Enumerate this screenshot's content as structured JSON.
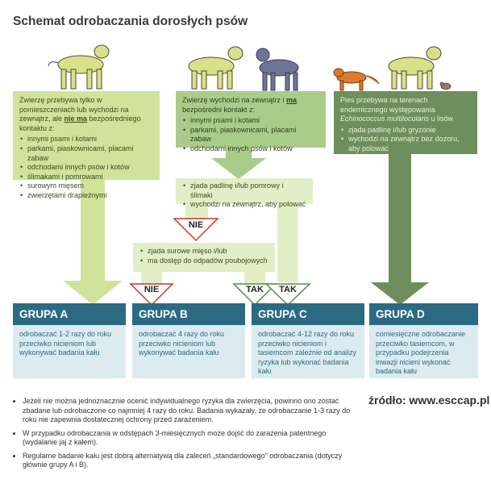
{
  "title": "Schemat odrobaczania dorosłych psów",
  "box_a": {
    "intro_1": "Zwierzę przebywa tylko w pomieszczeniach lub wychodzi na zewnątrz, ale ",
    "intro_bold": "nie ma",
    "intro_2": " bezpośredniego kontaktu z:",
    "items": [
      "innymi psami i kotami",
      "parkami, piaskownicami, placami zabaw",
      "odchodami innych psów i kotów",
      "ślimakami i pomrowami",
      "surowym mięsem",
      "zwierzętami drapieżnymi"
    ]
  },
  "box_b": {
    "intro_1": "Zwierzę wychodzi na zewnątrz i ",
    "intro_bold": "ma",
    "intro_2": " bezpośredni kontakt z:",
    "items": [
      "innymi psami i kotami",
      "parkami, piaskownicami, placami zabaw",
      "odchodami innych psów i kotów"
    ]
  },
  "box_c": {
    "intro_1": "Pies przebywa na terenach endemicznego występowania ",
    "intro_italic": "Echinococcus multilocularis",
    "intro_2": " u lisów",
    "items": [
      "zjada padlinę i/lub gryzonie",
      "wychodzi na zewnątrz bez dozoru, aby polować"
    ]
  },
  "question_1": {
    "items": [
      "zjada padlinę i/lub pomrowy i ślimaki",
      "wychodzi na zewnątrz, aby polować"
    ]
  },
  "question_2": {
    "items": [
      "zjada surowe mięso i/lub",
      "ma dostęp do odpadów poubojowych"
    ]
  },
  "labels": {
    "nie": "NIE",
    "tak": "TAK"
  },
  "groups": [
    {
      "name": "GRUPA A",
      "text": "odrobaczać 1-2 razy do roku przeciwko nicieniom lub wykonywać badania kału"
    },
    {
      "name": "GRUPA B",
      "text": "odrobaczać 4 razy do roku przeciwko nicieniom lub wykonywać badania kału"
    },
    {
      "name": "GRUPA C",
      "text": "odrobaczać 4-12 razy do roku przeciwko nicieniom i tasiemcom zależnie od analizy ryzyka lub wykonać badania kału"
    },
    {
      "name": "GRUPA D",
      "text": "comiesięczne odrobaczanie przeciwko tasiemcom, w przypadku podejrzenia inwazji nicieni wykonać badania kału"
    }
  ],
  "notes": [
    "Jeżeli nie można jednoznacznie ocenić indywidualnego ryzyka dla zwierzęcia, powinno ono zostać zbadane lub odrobaczone co najmniej 4 razy do roku. Badania wykazały, że odrobaczanie 1-3 razy do roku nie zapewnia dostatecznej ochrony przed zarażeniem.",
    "W przypadku odrobaczania w odstępach 3-miesięcznych może dojść do zarażenia patentnego (wydalanie jaj z kałem).",
    "Regularne badanie kału jest dobrą alternatywą dla zaleceń „standardowego” odrobaczania (dotyczy głównie grupy A i B)."
  ],
  "source": "źródło: www.esccap.pl",
  "colors": {
    "lime": "#cfe39a",
    "green": "#a9cc8a",
    "dark_green": "#6e8f5d",
    "pale": "#e2eec7",
    "group_head": "#2b6a82",
    "group_body": "#dcebf0"
  }
}
